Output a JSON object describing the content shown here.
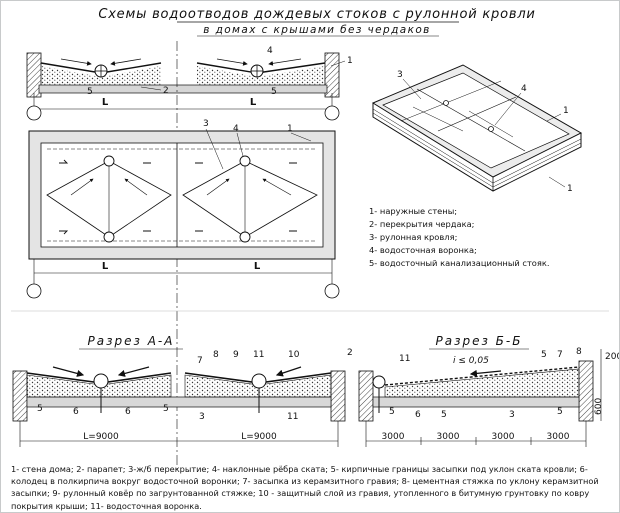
{
  "title": "Схемы водоотводов дождевых стоков с рулонной кровли",
  "subtitle": "в домах с крышами без чердаков",
  "legend": [
    "1- наружные стены;",
    "2- перекрытия чердака;",
    "3- рулонная кровля;",
    "4- водосточная воронка;",
    "5- водосточный канализационный стояк."
  ],
  "section_aa": "Разрез А-А",
  "section_bb": "Разрез Б-Б",
  "dim_L": "L",
  "dim_9000": "L=9000",
  "dim_3000": "3000",
  "slope": "i ≤ 0,05",
  "dim_200": "200",
  "dim_600": "600",
  "labels": {
    "n1": "1",
    "n2": "2",
    "n3": "3",
    "n4": "4",
    "n5": "5",
    "n6": "6",
    "n7": "7",
    "n8": "8",
    "n9": "9",
    "n10": "10",
    "n11": "11"
  },
  "notes": "1- стена дома;  2- парапет;  3-ж/б перекрытие;  4- наклонные рёбра ската;  5- кирпичные границы засыпки под уклон ската кровли;  6- колодец в полкирпича вокруг водосточной воронки;  7- засыпка из керамзитного гравия;  8- цементная стяжка по уклону керамзитной засыпки;  9- рулонный ковёр по загрунтованной стяжке;  10 - защитный слой из гравия, утопленного в битумную грунтовку по ковру покрытия крыши;  11- водосточная воронка."
}
